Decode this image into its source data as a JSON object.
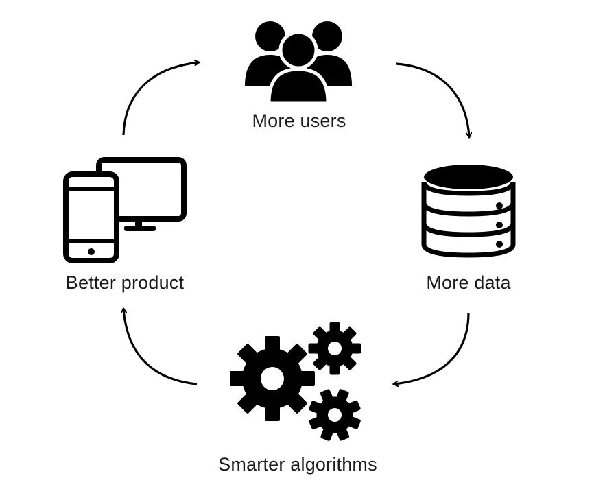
{
  "cycle": {
    "nodes": [
      {
        "id": "users",
        "label": "More users",
        "icon": "users-group-icon"
      },
      {
        "id": "data",
        "label": "More data",
        "icon": "database-icon"
      },
      {
        "id": "algo",
        "label": "Smarter algorithms",
        "icon": "gears-icon"
      },
      {
        "id": "product",
        "label": "Better product",
        "icon": "devices-icon"
      }
    ],
    "arrows": [
      {
        "from": "users",
        "to": "data"
      },
      {
        "from": "data",
        "to": "algo"
      },
      {
        "from": "algo",
        "to": "product"
      },
      {
        "from": "product",
        "to": "users"
      }
    ],
    "colors": {
      "ink": "#000000",
      "background": "#ffffff"
    }
  }
}
